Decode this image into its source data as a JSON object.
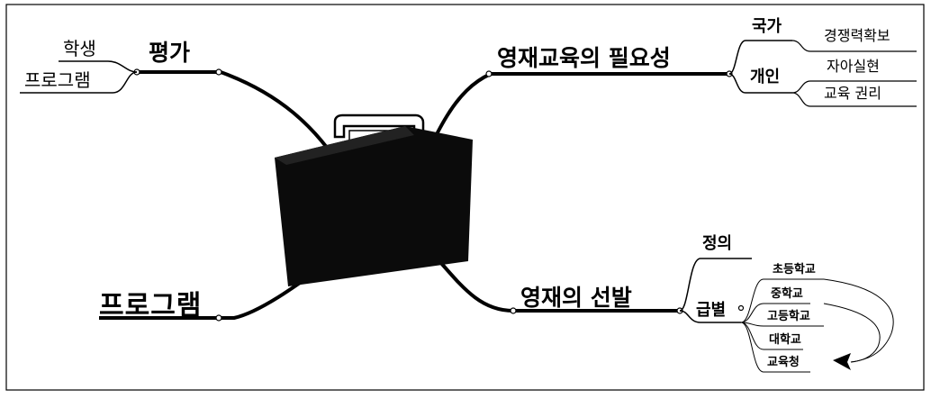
{
  "center": {
    "icon": "briefcase-icon"
  },
  "branches": {
    "need": {
      "label": "영재교육의 필요성",
      "children": [
        {
          "label": "국가",
          "children": [
            "경쟁력확보"
          ]
        },
        {
          "label": "개인",
          "children": [
            "자아실현",
            "교육 권리"
          ]
        }
      ]
    },
    "eval": {
      "label": "평가",
      "children": [
        "학생",
        "프로그램"
      ]
    },
    "selection": {
      "label": "영재의 선발",
      "children": [
        {
          "label": "정의"
        },
        {
          "label": "급별",
          "children": [
            "초등학교",
            "중학교",
            "고등학교",
            "대학교",
            "교육청"
          ]
        }
      ]
    },
    "program": {
      "label": "프로그램"
    }
  },
  "colors": {
    "line": "#000000",
    "bag": "#0b0b0b",
    "background": "#ffffff"
  }
}
